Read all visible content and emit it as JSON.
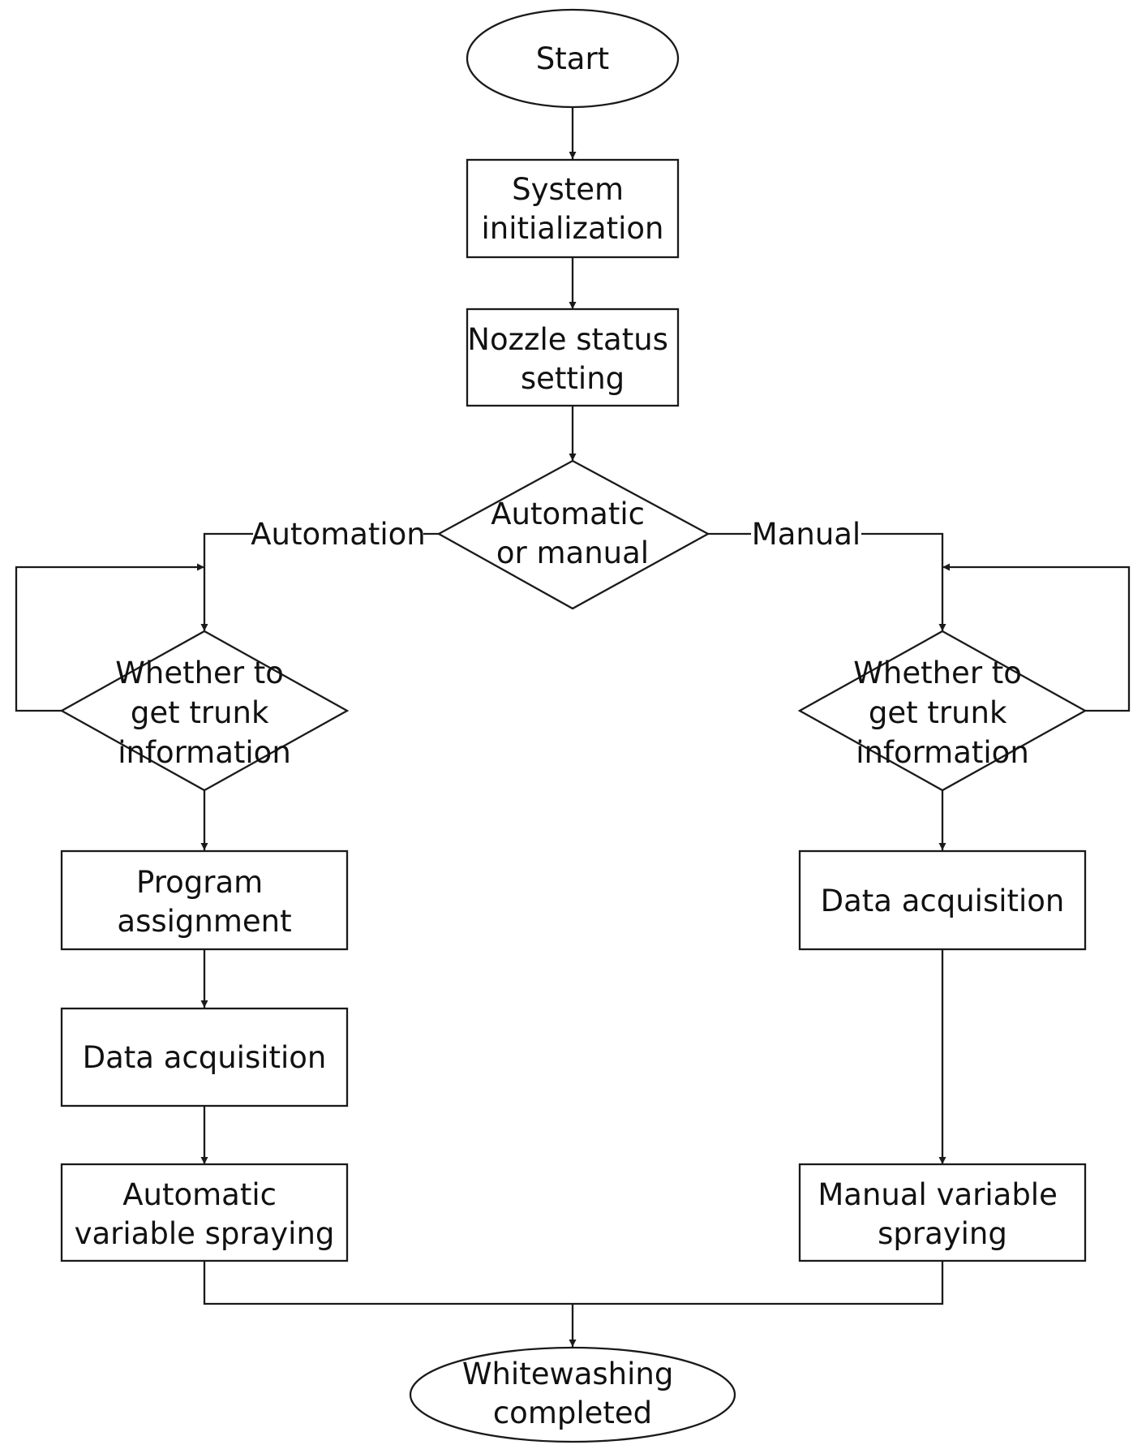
{
  "nodes": {
    "start": {
      "lines": [
        "Start"
      ]
    },
    "init": {
      "lines": [
        "System",
        "initialization"
      ]
    },
    "nozzle": {
      "lines": [
        "Nozzle status",
        "setting"
      ]
    },
    "mode": {
      "lines": [
        "Automatic",
        "or manual"
      ]
    },
    "trunk_auto": {
      "lines": [
        "Whether to",
        "get trunk",
        "information"
      ]
    },
    "trunk_manual": {
      "lines": [
        "Whether to",
        "get trunk",
        "information"
      ]
    },
    "program": {
      "lines": [
        "Program",
        "assignment"
      ]
    },
    "data_auto": {
      "lines": [
        "Data acquisition"
      ]
    },
    "data_manual": {
      "lines": [
        "Data acquisition"
      ]
    },
    "spray_auto": {
      "lines": [
        "Automatic",
        "variable spraying"
      ]
    },
    "spray_manual": {
      "lines": [
        "Manual variable",
        "spraying"
      ]
    },
    "end": {
      "lines": [
        "Whitewashing",
        "completed"
      ]
    }
  },
  "edges": {
    "automation": "Automation",
    "manual": "Manual"
  }
}
